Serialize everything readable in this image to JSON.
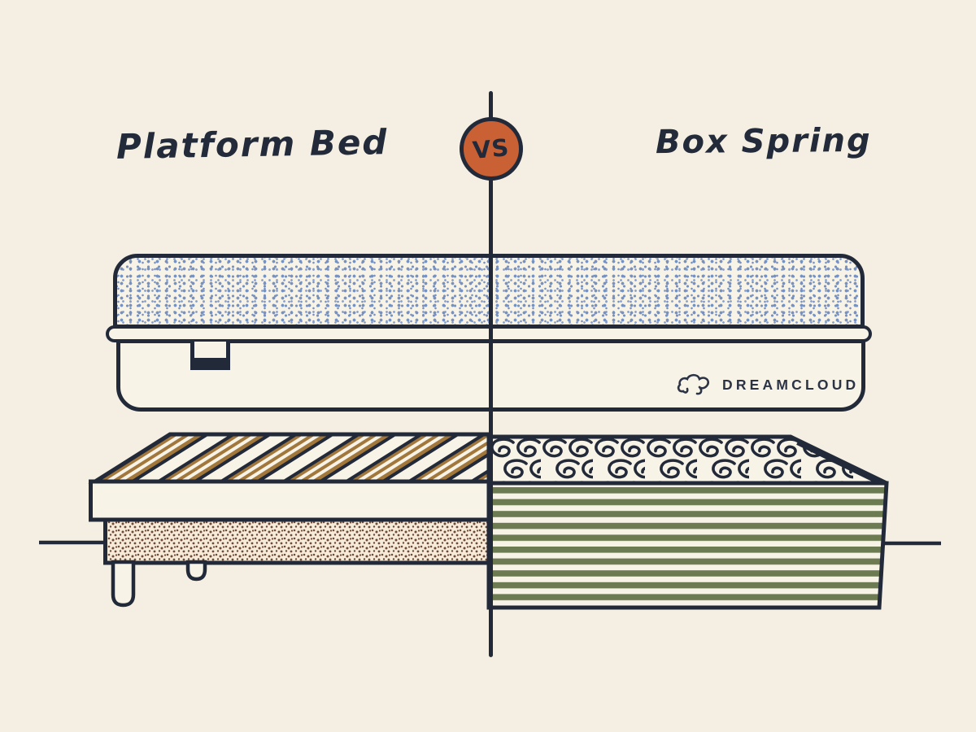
{
  "comparison": {
    "left_label": "Platform Bed",
    "vs_label": "VS",
    "right_label": "Box Spring"
  },
  "mattress": {
    "brand": "DREAMCLOUD"
  },
  "colors": {
    "background": "#f4efe2",
    "ink": "#222a3a",
    "accent_orange": "#c96134",
    "mattress_speckle_blue": "#7792c1",
    "box_spring_stripe_green": "#6d7b52",
    "slat_brown": "#a2773c",
    "skirt_dot_brown": "#6d4a36",
    "cream_fill": "#f8f3e7"
  }
}
